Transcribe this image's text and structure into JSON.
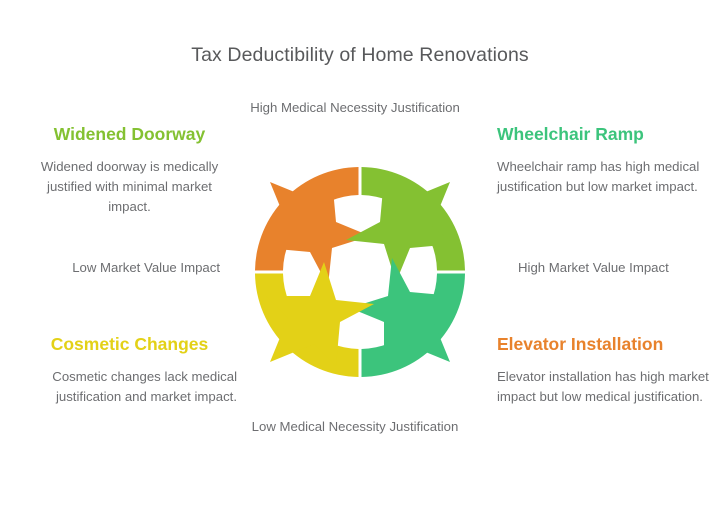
{
  "title": "Tax Deductibility of Home Renovations",
  "colors": {
    "yellow_green": "#84C132",
    "green": "#3CC47C",
    "orange": "#E8822C",
    "yellow": "#E3D117",
    "text_gray": "#6d6e71",
    "title_gray": "#58595b"
  },
  "axes": {
    "top": "High Medical Necessity Justification",
    "bottom": "Low Medical Necessity Justification",
    "left": "Low Market Value Impact",
    "right": "High Market Value Impact"
  },
  "quadrants": [
    {
      "position": "top-left",
      "heading": "Widened Doorway",
      "heading_color": "#84C132",
      "body": "Widened doorway is medically justified with minimal market impact.",
      "ring_color": "#E8822C"
    },
    {
      "position": "top-right",
      "heading": "Wheelchair Ramp",
      "heading_color": "#3CC47C",
      "body": "Wheelchair ramp has high medical justification but low market impact.",
      "ring_color": "#84C132"
    },
    {
      "position": "bottom-left",
      "heading": "Cosmetic Changes",
      "heading_color": "#E3D117",
      "body": "Cosmetic changes lack medical justification and market impact.",
      "ring_color": "#E3D117"
    },
    {
      "position": "bottom-right",
      "heading": "Elevator Installation",
      "heading_color": "#E8822C",
      "body": "Elevator installation has high market impact but low medical justification.",
      "ring_color": "#3CC47C"
    }
  ],
  "diagram": {
    "name": "four-quadrant-arrow-ring",
    "segments": 4
  }
}
